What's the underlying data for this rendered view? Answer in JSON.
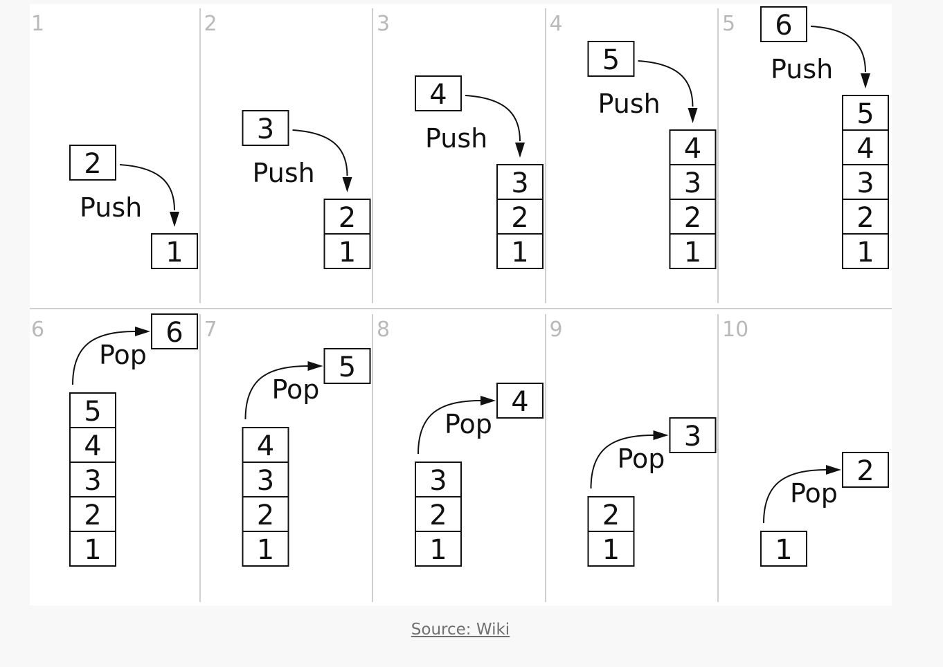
{
  "caption": "Source: Wiki",
  "steps": [
    {
      "number": "1",
      "op": "Push",
      "moved": "2",
      "stack": [
        "1"
      ]
    },
    {
      "number": "2",
      "op": "Push",
      "moved": "3",
      "stack": [
        "1",
        "2"
      ]
    },
    {
      "number": "3",
      "op": "Push",
      "moved": "4",
      "stack": [
        "1",
        "2",
        "3"
      ]
    },
    {
      "number": "4",
      "op": "Push",
      "moved": "5",
      "stack": [
        "1",
        "2",
        "3",
        "4"
      ]
    },
    {
      "number": "5",
      "op": "Push",
      "moved": "6",
      "stack": [
        "1",
        "2",
        "3",
        "4",
        "5"
      ]
    },
    {
      "number": "6",
      "op": "Pop",
      "moved": "6",
      "stack": [
        "1",
        "2",
        "3",
        "4",
        "5"
      ]
    },
    {
      "number": "7",
      "op": "Pop",
      "moved": "5",
      "stack": [
        "1",
        "2",
        "3",
        "4"
      ]
    },
    {
      "number": "8",
      "op": "Pop",
      "moved": "4",
      "stack": [
        "1",
        "2",
        "3"
      ]
    },
    {
      "number": "9",
      "op": "Pop",
      "moved": "3",
      "stack": [
        "1",
        "2"
      ]
    },
    {
      "number": "10",
      "op": "Pop",
      "moved": "2",
      "stack": [
        "1"
      ]
    }
  ]
}
